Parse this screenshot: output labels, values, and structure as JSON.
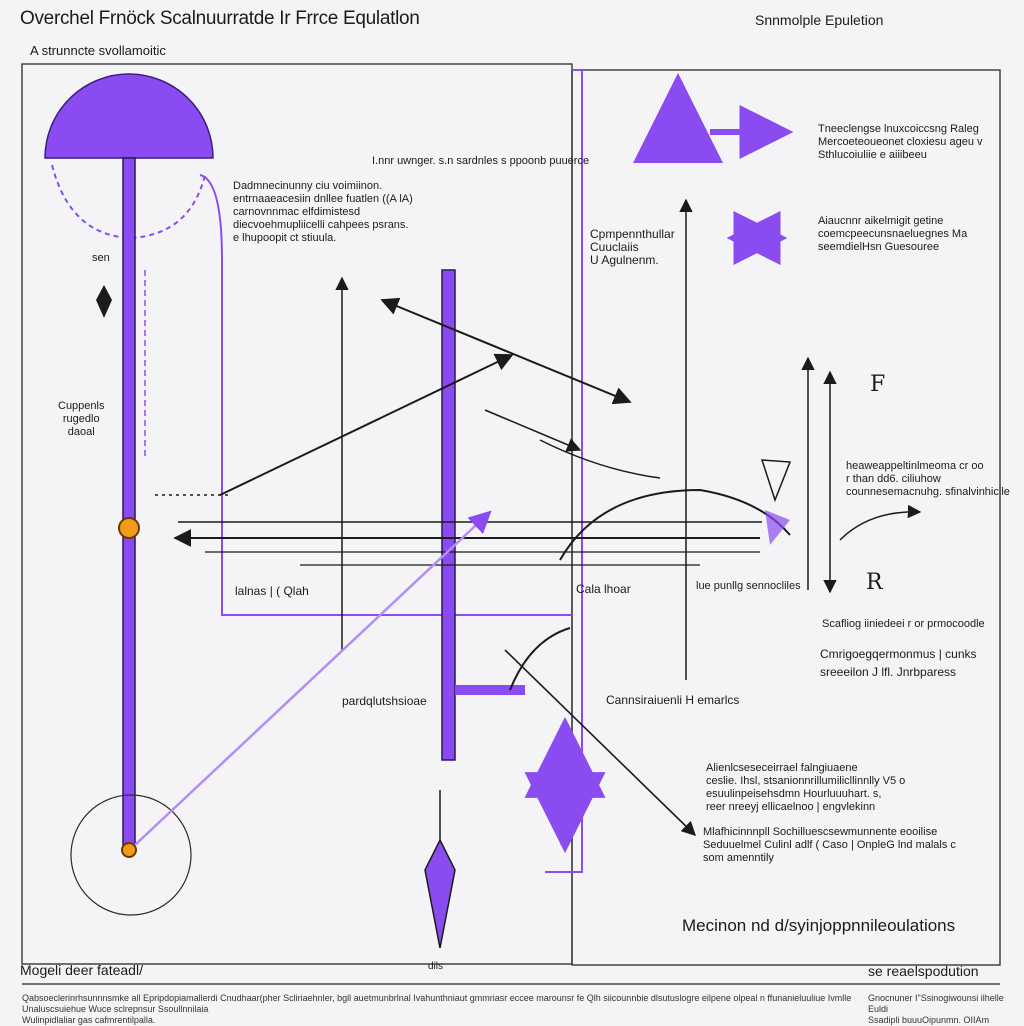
{
  "header": {
    "title": "Overchel Frnöck Scalnuurratde Ir Frrce Equlatlon",
    "right_title": "Snnmolple Epuletion"
  },
  "diagram": {
    "top_left_label": "A strunncte svollamoitic",
    "center_caption": "I.nnr uwnger. s.n sardnles s ppoonb puuerce",
    "left_block": "Dadmnecinunny ciu voimiinon.\nentrnaaeacesiin dnllee fuatlen ((A  lA)\ncarnovnnmac elfdimistesd\ndiecvoehmupliicelli cahpees psrans.\ne lhupoopit ct stiuula.",
    "left_mid": "Cuppenls\nrugedlo\ndaoal",
    "left_small_a": "sen",
    "bottom_mid_label": "lalnas  | ( Qlah",
    "comp_label": "Cpmpennthullar\n   Cuuclaiis\n   U  Agulnenm.",
    "center_bottom_label": "pardqlutshsioae",
    "cc_label": "Cala  lhoar",
    "pp_label": "lue punllg sennocliles",
    "cons_label": "Cannsiraiuenli H  emarlcs",
    "right_top": "Tneeclengse lnuxcoiccsng  Raleg\nMercoeteoueonet cloxiesu ageu v\nSthlucoiuliie e  aiiibeeu",
    "right_top_bold": "Tneeclengse",
    "right_mid": "Aiaucnnr aikelmigit getine\ncoemcpeecunsnaeluegnes  Ma\nseemdielHsn  Guesouree",
    "right_force_label": "heaweappeltinlmeoma cr oo\n    r  than dd6. ciliuhow\ncounnesemacnuhg. sfinalvinhicile",
    "right_sc": "Scafliog iiniedeei r  or prmocoodle",
    "right_sc2": "Cmrigoegqermonmus  | cunks\nsreeeilon   J  lfl.  Jnrbparess",
    "right_bottom_a": "Alienlcseseceirrael  falngiuaene\n   ceslie. Ihsl,  stsanionnrillumilicllinnlly V5  o\nesuulinpeisehsdmn Hourluuuhart.  s,\n   reer  nreeyj  ellicaelnoo  | engvlekinn",
    "right_bottom_b": "Mlafhicinnnpll  Sochilluescsewmunnente eooilise\nSeduuelmel Culinl adlf  ( Caso  | OnpleG lnd malals  c\n    som  amenntily",
    "bottom_right_heading": "Mecinon  nd   d/syinjoppnnileoulations",
    "glyph_F": "F",
    "glyph_R": "R"
  },
  "footer": {
    "left_heading": "Mogeli  deer fateadl/",
    "right_heading": "se reaelspodution",
    "center_mark": "dils",
    "left_text": "Qabsoeclerinrhsunnnsmke all  Epripdopiamallerdi Cnudhaar(pher Scliriaehnler, bgll auetmunbrlnal Ivahunthniaut  gmmriasr  eccee marounsr fe Qlh siicounnbie  dlsutuslogre eilpene olpeal  n ffunanieluuliue  Ivmlle  Unaluscsuiehue Wuce  sclrepnsur  Ssoullnnilaia  \nWulinpidlaliar  gas   cafmrentilpalla.",
    "right_text": "Gnocnuner  I\"Ssinogiwounsi  ilhelle  Euldi\nSsadipli buuuOipunmn.  OIIAm"
  },
  "colors": {
    "accent": "#8a4cf0",
    "accent_light": "#b48cf5",
    "ink": "#1b1b1b",
    "orange": "#f29b18"
  }
}
